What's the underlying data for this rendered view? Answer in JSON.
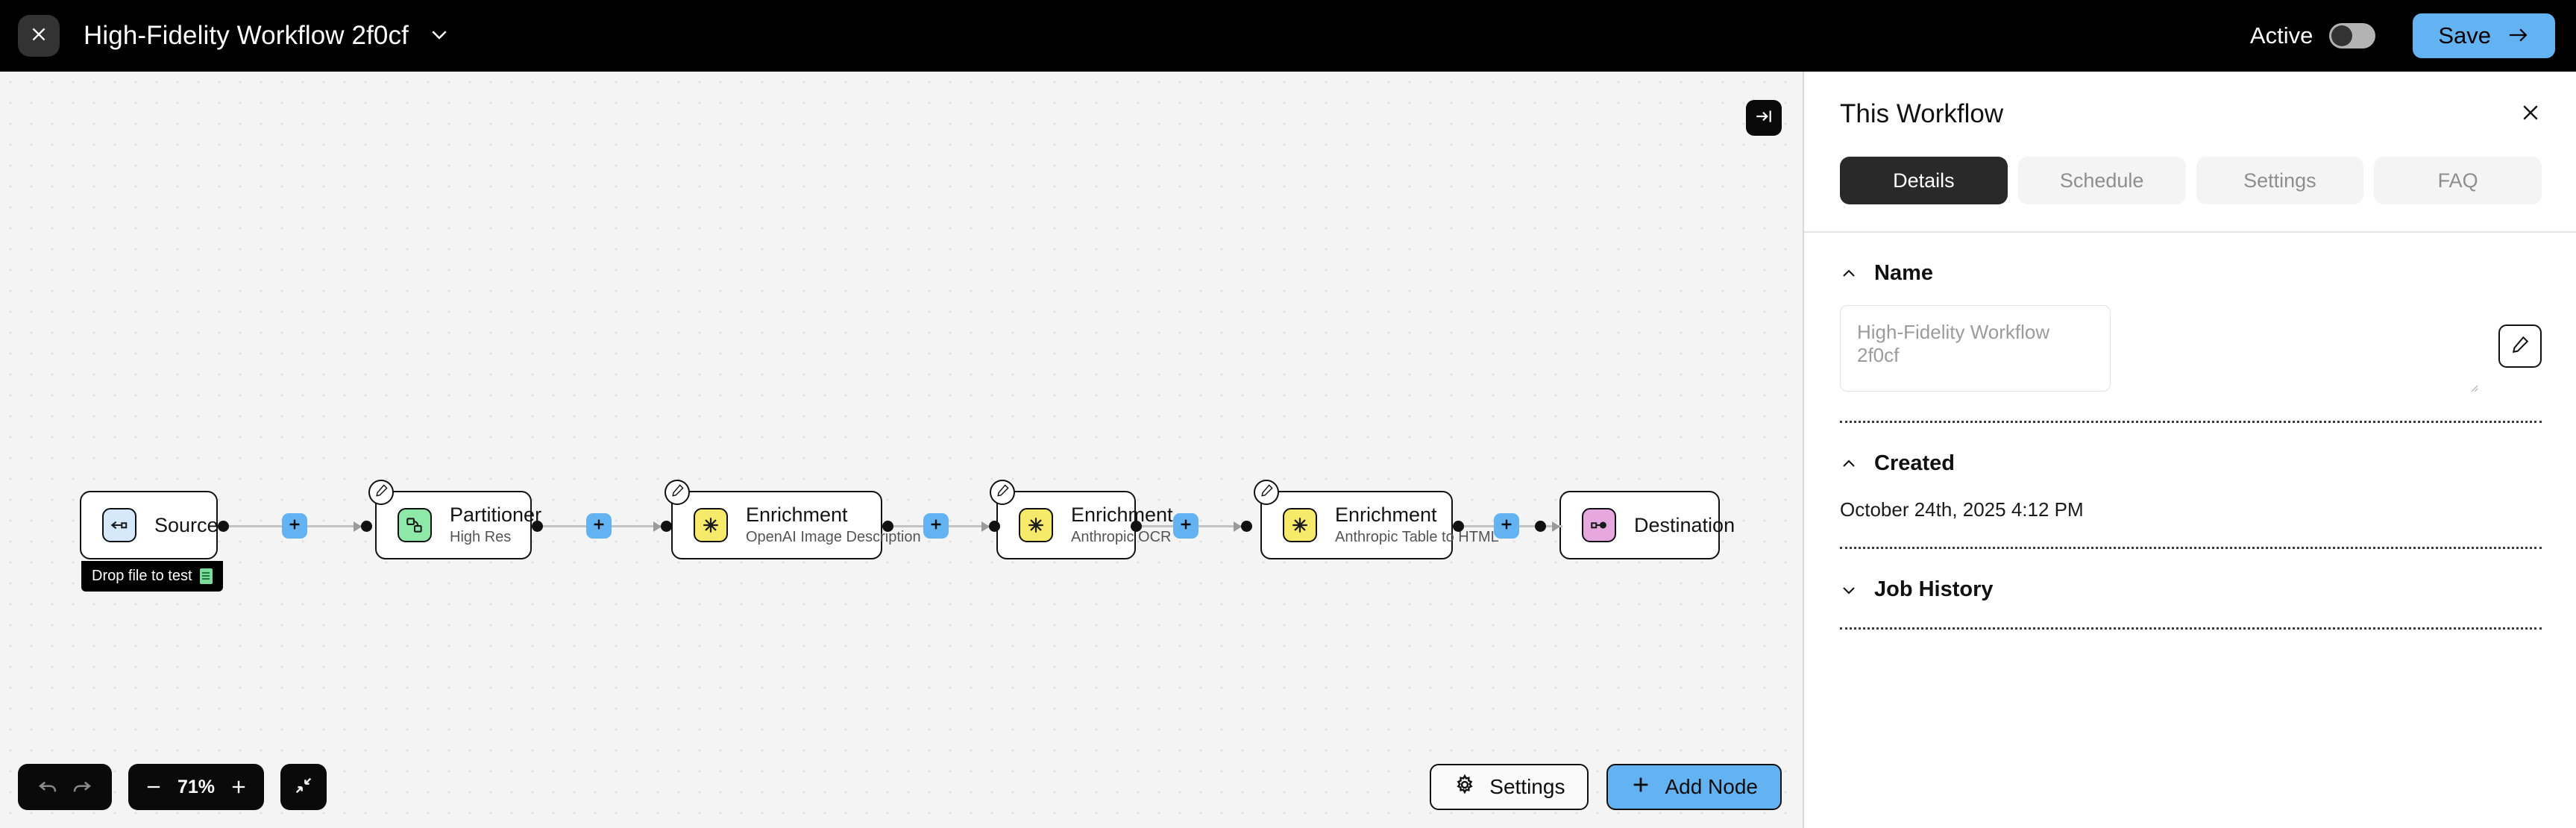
{
  "topbar": {
    "close_icon": "close-icon",
    "title": "High-Fidelity Workflow 2f0cf",
    "caret_icon": "chevron-down-icon",
    "active_label": "Active",
    "active_on": false,
    "save_label": "Save",
    "save_arrow_icon": "arrow-right-icon",
    "accent_color": "#63b3f2",
    "bar_color": "#000000"
  },
  "canvas": {
    "panel_toggle_icon": "collapse-panel-icon",
    "background_color": "#f4f4f4",
    "nodes": [
      {
        "id": "source",
        "title": "Source",
        "subtitle": "",
        "icon": "source-icon",
        "icon_color": "#d6e9fb",
        "has_pencil": false,
        "drop_hint": "Drop file to test"
      },
      {
        "id": "partitioner",
        "title": "Partitioner",
        "subtitle": "High Res",
        "icon": "partition-icon",
        "icon_color": "#8ee8a8",
        "has_pencil": true,
        "drop_hint": ""
      },
      {
        "id": "enrichment-1",
        "title": "Enrichment",
        "subtitle": "OpenAI Image Description",
        "icon": "sparkle-icon",
        "icon_color": "#f7e96a",
        "has_pencil": true,
        "drop_hint": ""
      },
      {
        "id": "enrichment-2",
        "title": "Enrichment",
        "subtitle": "Anthropic OCR",
        "icon": "sparkle-icon",
        "icon_color": "#f7e96a",
        "has_pencil": true,
        "drop_hint": ""
      },
      {
        "id": "enrichment-3",
        "title": "Enrichment",
        "subtitle": "Anthropic Table to HTML",
        "icon": "sparkle-icon",
        "icon_color": "#f7e96a",
        "has_pencil": true,
        "drop_hint": ""
      },
      {
        "id": "destination",
        "title": "Destination",
        "subtitle": "",
        "icon": "destination-icon",
        "icon_color": "#e6a8de",
        "has_pencil": false,
        "drop_hint": ""
      }
    ],
    "edge_add_label": "+",
    "controls": {
      "undo_icon": "undo-icon",
      "redo_icon": "redo-icon",
      "zoom_out_icon": "minus-icon",
      "zoom_level": "71%",
      "zoom_in_icon": "plus-icon",
      "fit_view_icon": "fit-view-icon",
      "settings_label": "Settings",
      "settings_icon": "gear-icon",
      "add_node_label": "Add Node",
      "add_node_icon": "plus-icon"
    }
  },
  "side": {
    "title": "This Workflow",
    "close_icon": "close-icon",
    "tabs": [
      {
        "label": "Details",
        "active": true
      },
      {
        "label": "Schedule",
        "active": false
      },
      {
        "label": "Settings",
        "active": false
      },
      {
        "label": "FAQ",
        "active": false
      }
    ],
    "sections": {
      "name": {
        "heading": "Name",
        "expanded": true,
        "placeholder": "High-Fidelity Workflow 2f0cf",
        "value": "",
        "edit_icon": "pencil-icon"
      },
      "created": {
        "heading": "Created",
        "expanded": true,
        "value": "October 24th, 2025 4:12 PM"
      },
      "job_history": {
        "heading": "Job History",
        "expanded": false
      }
    }
  }
}
